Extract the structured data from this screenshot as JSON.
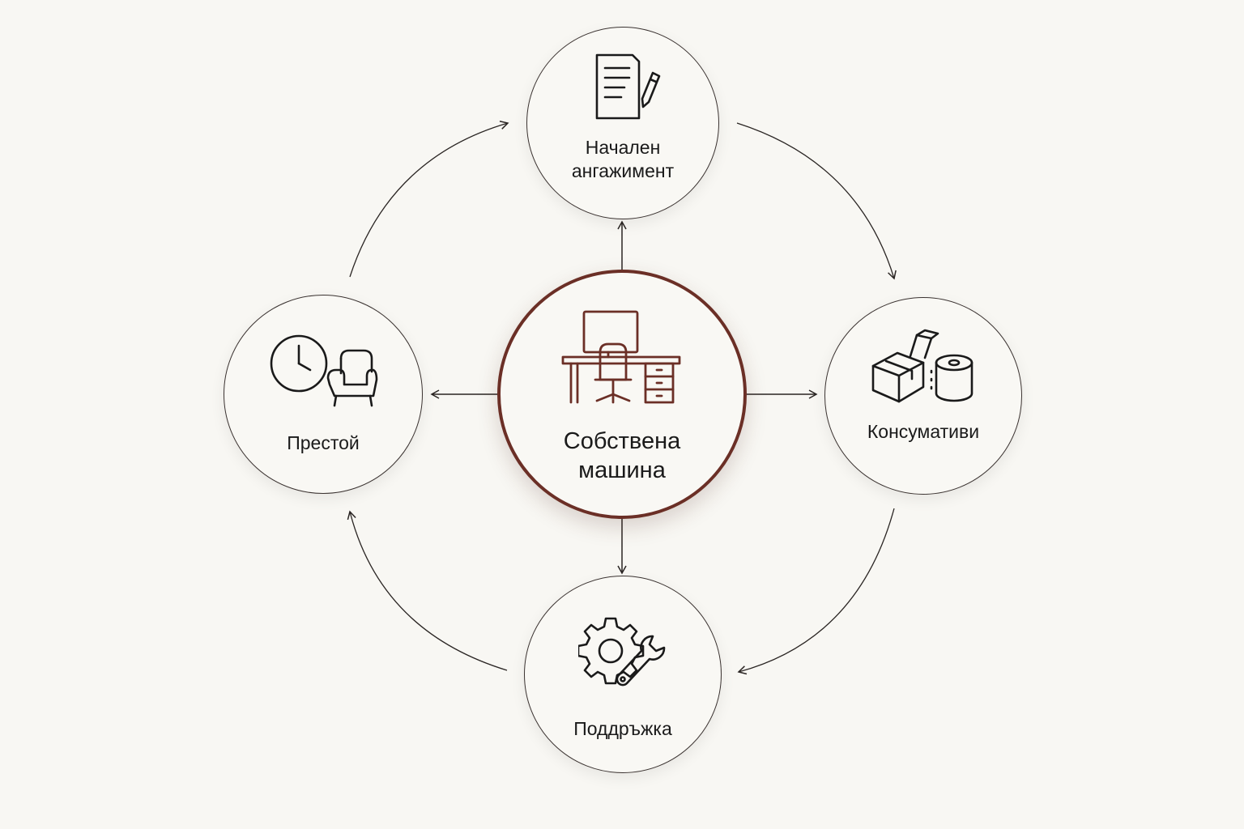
{
  "center": {
    "label_line1": "Собствена",
    "label_line2": "машина",
    "icon": "desk-workstation-icon",
    "accent_color": "#6b2f26"
  },
  "nodes": {
    "top": {
      "label_line1": "Начален",
      "label_line2": "ангажимент",
      "icon": "document-pencil-icon"
    },
    "right": {
      "label": "Консумативи",
      "icon": "boxes-supplies-icon"
    },
    "bottom": {
      "label": "Поддръжка",
      "icon": "gear-wrench-icon"
    },
    "left": {
      "label": "Престой",
      "icon": "clock-armchair-icon"
    }
  },
  "flow": {
    "cycle_order": [
      "Начален ангажимент",
      "Консумативи",
      "Поддръжка",
      "Престой"
    ],
    "center_links": [
      "Начален ангажимент",
      "Консумативи",
      "Поддръжка",
      "Престой"
    ]
  },
  "colors": {
    "background": "#f8f7f3",
    "line": "#2a2523",
    "center_border": "#6b2f26"
  }
}
